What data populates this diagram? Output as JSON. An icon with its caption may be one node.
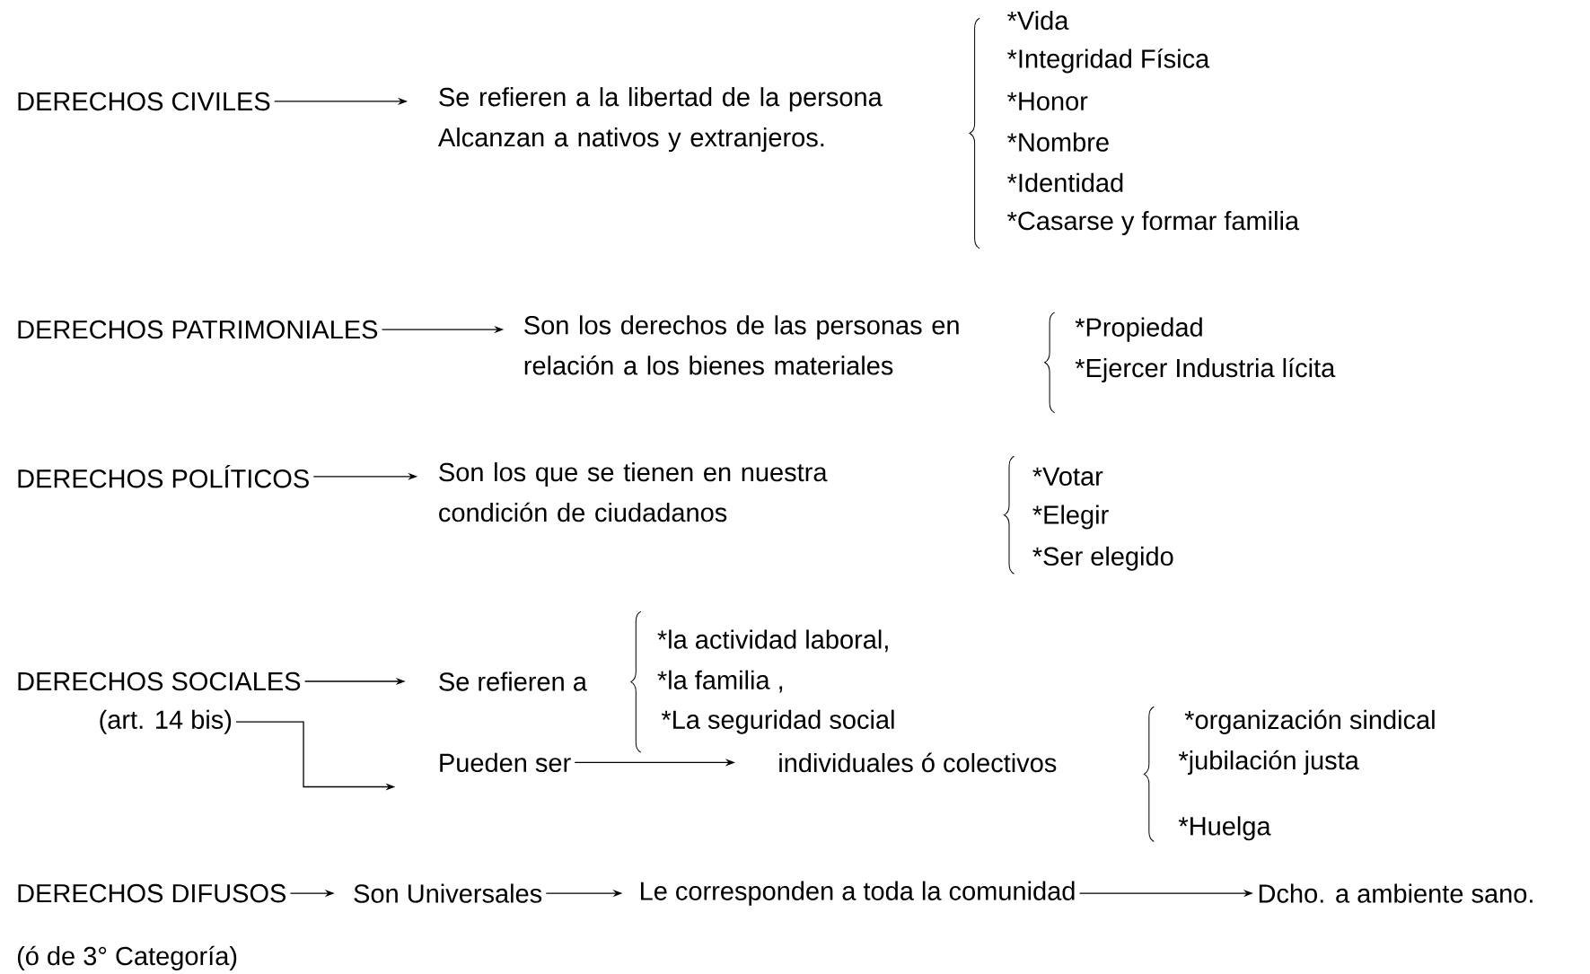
{
  "diagram": {
    "nodes": [
      {
        "text": [
          "DERECHOS CIVILES"
        ]
      },
      {
        "text": [
          "Se refieren a la libertad de la persona Alcanzan a nativos y extranjeros."
        ]
      },
      {
        "text": [
          "DERECHOS PATRIMONIALES"
        ]
      },
      {
        "text": [
          "Son los derechos de las personas en relación a los bienes materiales"
        ]
      },
      {
        "text": [
          "DERECHOS POLÍTICOS"
        ]
      },
      {
        "text": [
          "Son los que se tienen en nuestra condición de ciudadanos"
        ]
      },
      {
        "text": [
          "DERECHOS SOCIALES"
        ]
      },
      {
        "text": [
          "(art. 14 bis)"
        ]
      },
      {
        "text": [
          "Se refieren a"
        ]
      },
      {
        "text": [
          "Pueden ser"
        ]
      },
      {
        "text": [
          "individuales ó colectivos"
        ]
      },
      {
        "text": [
          "DERECHOS DIFUSOS"
        ],
        "beside": [
          "(ó de 3° Categoría)"
        ]
      },
      {
        "text": [
          "Son Universales"
        ]
      },
      {
        "text": [
          "Le corresponden a toda la comunidad"
        ]
      },
      {
        "text": [
          "Dcho. a ambiente sano."
        ]
      }
    ],
    "edges": [
      {
        "from": 0,
        "to": 1,
        "arrow": "to"
      },
      {
        "from": 2,
        "to": 3,
        "arrow": "to"
      },
      {
        "from": 4,
        "to": 5,
        "arrow": "to"
      },
      {
        "from": 6,
        "to": 8,
        "arrow": "to"
      },
      {
        "from": 7,
        "to": 9,
        "arrow": "to"
      },
      {
        "from": 9,
        "to": 10,
        "arrow": "to"
      },
      {
        "from": 11,
        "to": 12,
        "arrow": "to"
      },
      {
        "from": 12,
        "to": 13,
        "arrow": "to"
      },
      {
        "from": 13,
        "to": 14,
        "arrow": "to"
      }
    ],
    "labels": [
      "*Vida",
      "*Integridad Física",
      "*Honor",
      "*Nombre",
      "*Identidad",
      "*Casarse y formar familia",
      "*Propiedad",
      "*Ejercer Industria lícita",
      "*Votar",
      "*Elegir",
      "*Ser elegido",
      "*la actividad laboral,",
      "*la familia ,",
      "*La seguridad social",
      "*organización sindical",
      "*jubilación justa",
      "*Huelga"
    ]
  }
}
